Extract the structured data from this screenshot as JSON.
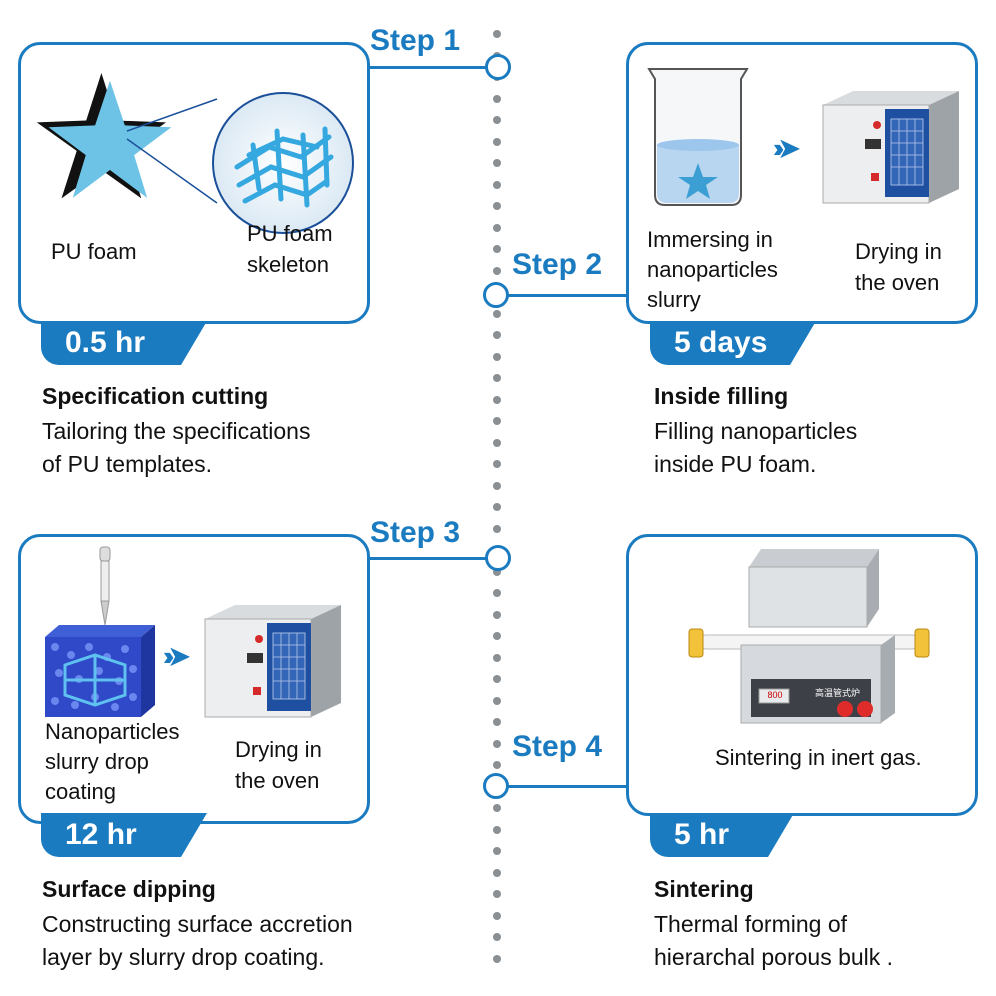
{
  "steps": [
    {
      "label": "Step 1",
      "time": "0.5 hr",
      "title": "Specification cutting",
      "desc_lines": [
        "Tailoring the specifications",
        "of PU templates."
      ],
      "captions": {
        "left": "PU foam",
        "right_lines": [
          "PU foam",
          "skeleton"
        ]
      }
    },
    {
      "label": "Step 2",
      "time": "5 days",
      "title": "Inside filling",
      "desc_lines": [
        "Filling nanoparticles",
        "inside PU foam."
      ],
      "captions": {
        "left_lines": [
          "Immersing in",
          "nanoparticles",
          "slurry"
        ],
        "right_lines": [
          "Drying in",
          "the oven"
        ]
      }
    },
    {
      "label": "Step 3",
      "time": "12 hr",
      "title": "Surface dipping",
      "desc_lines": [
        "Constructing surface accretion",
        "layer by slurry drop coating."
      ],
      "captions": {
        "left_lines": [
          "Nanoparticles",
          "slurry drop",
          "coating"
        ],
        "right_lines": [
          "Drying in",
          "the oven"
        ]
      }
    },
    {
      "label": "Step 4",
      "time": "5 hr",
      "title": "Sintering",
      "desc_lines": [
        "Thermal forming of",
        "hierarchal porous  bulk ."
      ],
      "captions": {
        "main": "Sintering in inert gas.",
        "furnace_display": "800",
        "furnace_label": "高温管式炉"
      }
    }
  ],
  "colors": {
    "accent": "#1a7bc0",
    "timeline_dots": "#8a8f94"
  }
}
